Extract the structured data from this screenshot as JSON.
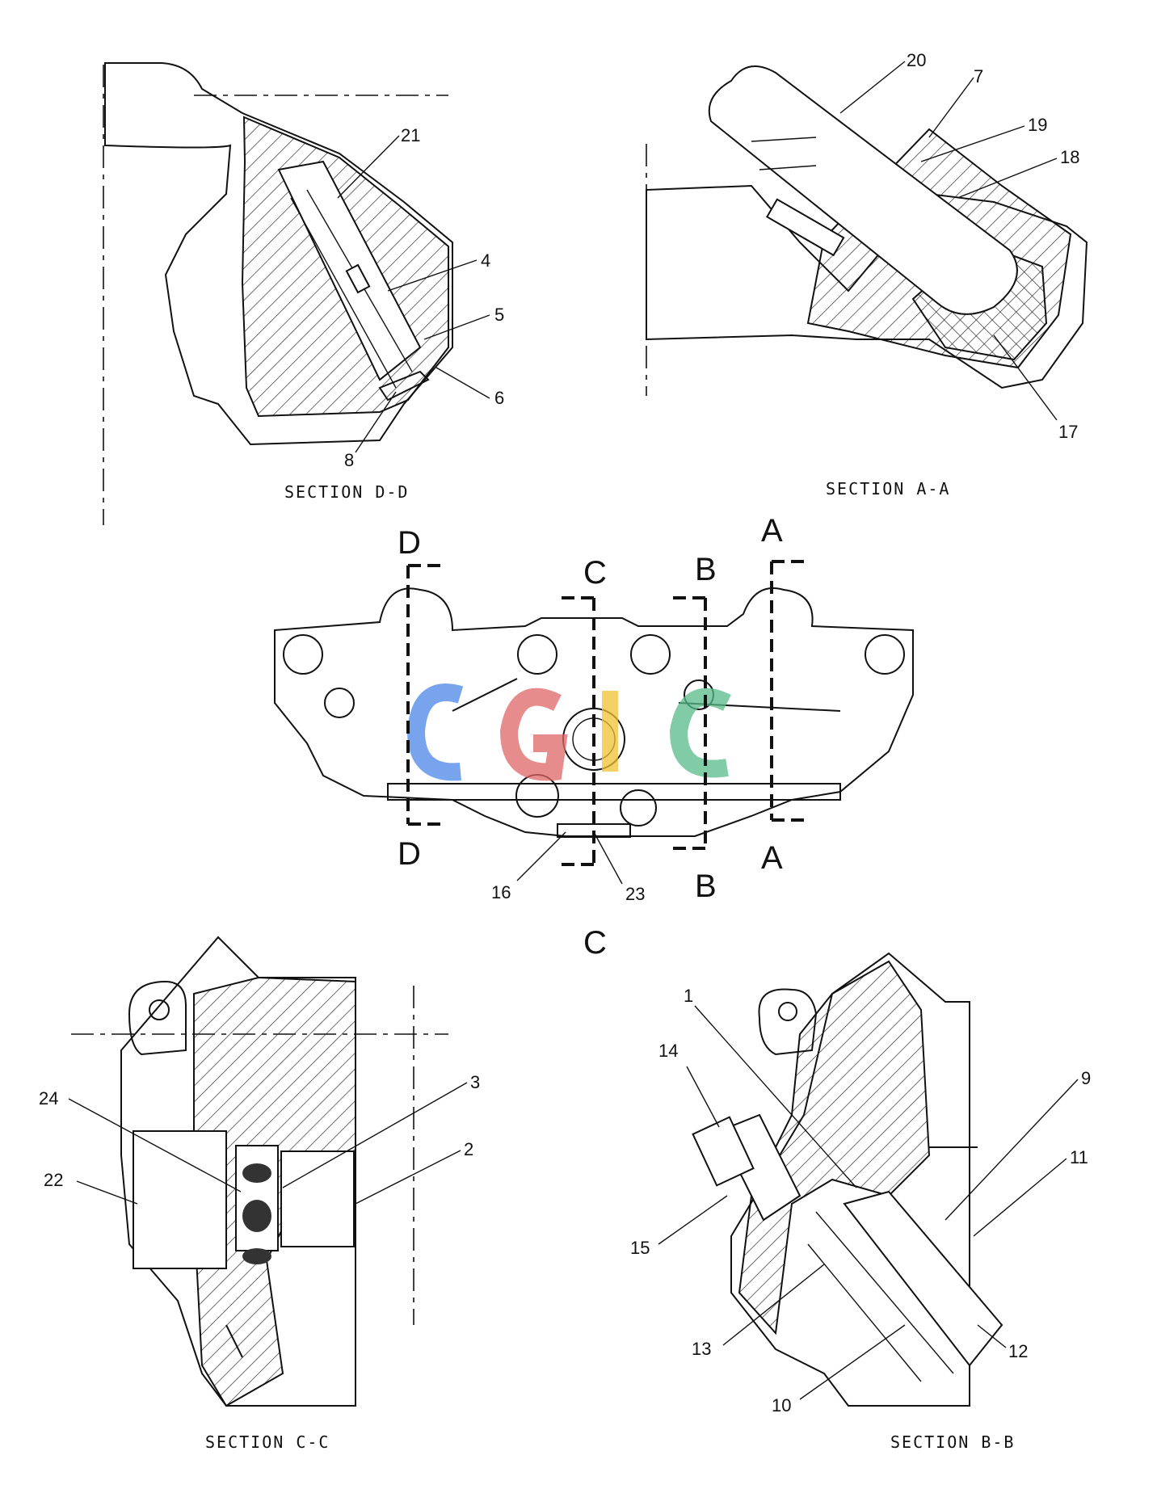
{
  "sections": {
    "dd": {
      "title": "SECTION D-D"
    },
    "aa": {
      "title": "SECTION A-A"
    },
    "cc": {
      "title": "SECTION C-C"
    },
    "bb": {
      "title": "SECTION B-B"
    }
  },
  "view": {
    "cut_letters": {
      "d_top": "D",
      "d_bottom": "D",
      "c_top": "C",
      "b_top": "B",
      "b_bottom": "B",
      "a_top": "A",
      "a_bottom": "A"
    },
    "view_label": "C"
  },
  "callouts": {
    "c1": "1",
    "c2": "2",
    "c3": "3",
    "c4": "4",
    "c5": "5",
    "c6": "6",
    "c7": "7",
    "c8": "8",
    "c9": "9",
    "c10": "10",
    "c11": "11",
    "c12": "12",
    "c13": "13",
    "c14": "14",
    "c15": "15",
    "c16": "16",
    "c17": "17",
    "c18": "18",
    "c19": "19",
    "c20": "20",
    "c21": "21",
    "c22": "22",
    "c23": "23",
    "c24": "24"
  },
  "watermark": {
    "text": "CGIC",
    "colors": [
      "#4a86e8",
      "#e06666",
      "#f1c232",
      "#57bb8a"
    ]
  }
}
